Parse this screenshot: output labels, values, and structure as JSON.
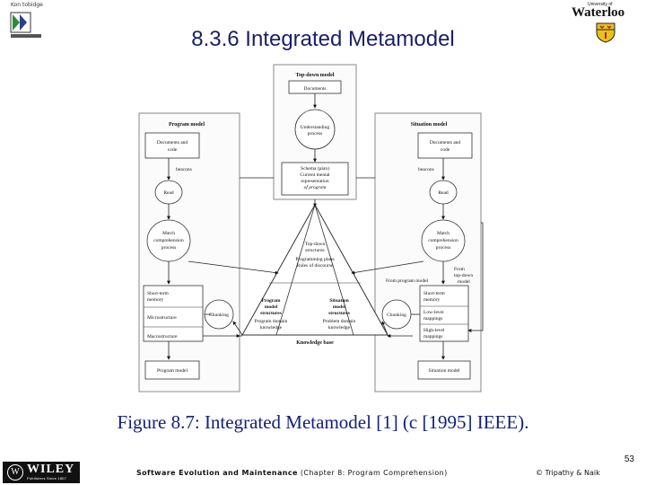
{
  "slide": {
    "title": "8.3.6 Integrated Metamodel",
    "caption": "Figure 8.7: Integrated Metamodel [1] (c [1995] IEEE).",
    "page_number": "53",
    "footer_title": "Software Evolution and Maintenance",
    "footer_chapter": "(Chapter 8: Program Comprehension)",
    "footer_credit": "© Tripathy & Naik"
  },
  "logos": {
    "left_wordmark": "Kon tobidge",
    "right_small": "University of",
    "right_word": "Waterloo",
    "wiley": "WILEY",
    "wiley_sub": "Publishers Since 1807"
  },
  "diagram": {
    "topdown": {
      "title": "Top-down model",
      "documents": "Documents",
      "understanding": [
        "Understanding",
        "process"
      ],
      "schema": [
        "Schema (plan)",
        "Current mental",
        "representation",
        "of program"
      ]
    },
    "program": {
      "title": "Program model",
      "docs": [
        "Documents and",
        "code"
      ],
      "beacons": "beacons",
      "read": "Read",
      "match": [
        "Match",
        "comprehension",
        "process"
      ],
      "stm": [
        "Short-term",
        "memory"
      ],
      "micro": "Microstructure",
      "macro": "Macrostructure",
      "chunking": "Chunking",
      "model": "Program model"
    },
    "situation": {
      "title": "Situation model",
      "docs": [
        "Documents and",
        "code"
      ],
      "beacons": "beacons",
      "read": "Read",
      "match": [
        "Match",
        "comprehension",
        "process"
      ],
      "from_topdown": [
        "From",
        "top-down"
      ],
      "from_program": "From program model",
      "model_word": "model",
      "stm": [
        "Short-term",
        "memory"
      ],
      "low": [
        "Low-level",
        "mappings"
      ],
      "high": [
        "High-level",
        "mappings"
      ],
      "chunking": "Chunking",
      "model": "Situation model"
    },
    "kb": {
      "topdown": [
        "Top-down",
        "structures"
      ],
      "plans": [
        "Programming plans",
        "Rules of discourse"
      ],
      "program": [
        "Program",
        "model",
        "structures"
      ],
      "program_knowledge": [
        "Program domain",
        "knowledge"
      ],
      "situation": [
        "Situation",
        "model",
        "structures"
      ],
      "problem_knowledge": [
        "Problem domain",
        "knowledge"
      ],
      "label": "Knowledge base"
    }
  }
}
